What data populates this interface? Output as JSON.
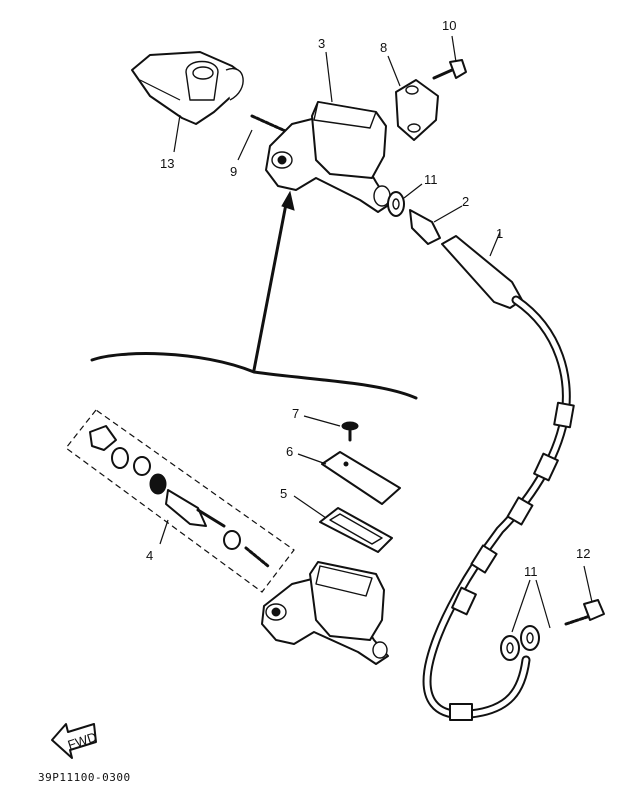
{
  "callouts": {
    "c1": "1",
    "c2": "2",
    "c3": "3",
    "c4": "4",
    "c5": "5",
    "c6": "6",
    "c7": "7",
    "c8": "8",
    "c9": "9",
    "c10": "10",
    "c11a": "11",
    "c11b": "11",
    "c12": "12",
    "c13": "13"
  },
  "fwd_label": "FWD",
  "reference_code": "39P11100-0300"
}
